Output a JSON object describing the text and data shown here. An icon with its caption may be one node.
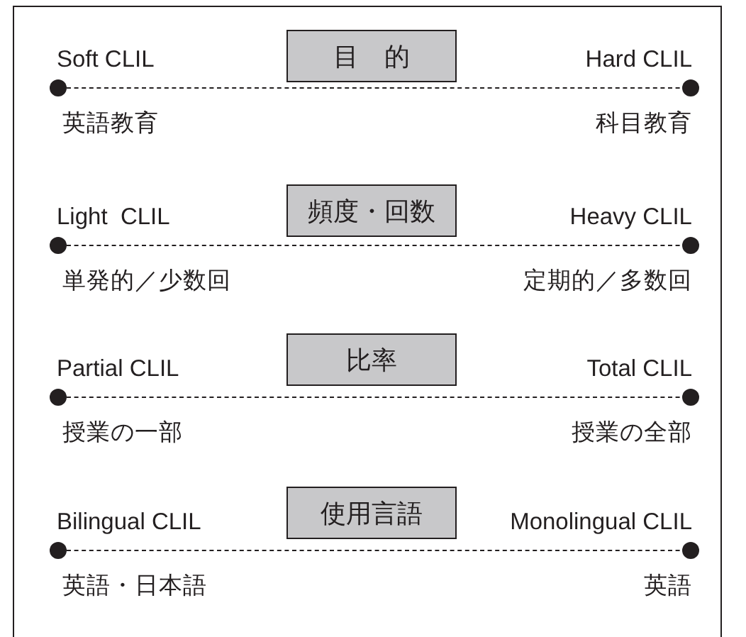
{
  "diagram": {
    "nodes": [
      {
        "text": [],
        "shape": "circle",
        "beside": [
          "Soft CLIL",
          "英語教育"
        ]
      },
      {
        "text": [
          "目　的"
        ]
      },
      {
        "text": [],
        "shape": "circle",
        "beside": [
          "Hard CLIL",
          "科目教育"
        ]
      },
      {
        "text": [],
        "shape": "circle",
        "beside": [
          "Light  CLIL",
          "単発的／少数回"
        ]
      },
      {
        "text": [
          "頻度・回数"
        ]
      },
      {
        "text": [],
        "shape": "circle",
        "beside": [
          "Heavy CLIL",
          "定期的／多数回"
        ]
      },
      {
        "text": [],
        "shape": "circle",
        "beside": [
          "Partial CLIL",
          "授業の一部"
        ]
      },
      {
        "text": [
          "比率"
        ]
      },
      {
        "text": [],
        "shape": "circle",
        "beside": [
          "Total CLIL",
          "授業の全部"
        ]
      },
      {
        "text": [],
        "shape": "circle",
        "beside": [
          "Bilingual CLIL",
          "英語・日本語"
        ]
      },
      {
        "text": [
          "使用言語"
        ]
      },
      {
        "text": [],
        "shape": "circle",
        "beside": [
          "Monolingual CLIL",
          "英語"
        ]
      }
    ],
    "edges": [
      {
        "from": 0,
        "to": 2,
        "arrow": "none",
        "style": "dashed"
      },
      {
        "from": 3,
        "to": 5,
        "arrow": "none",
        "style": "dashed"
      },
      {
        "from": 6,
        "to": 8,
        "arrow": "none",
        "style": "dashed"
      },
      {
        "from": 9,
        "to": 11,
        "arrow": "none",
        "style": "dashed"
      }
    ]
  }
}
